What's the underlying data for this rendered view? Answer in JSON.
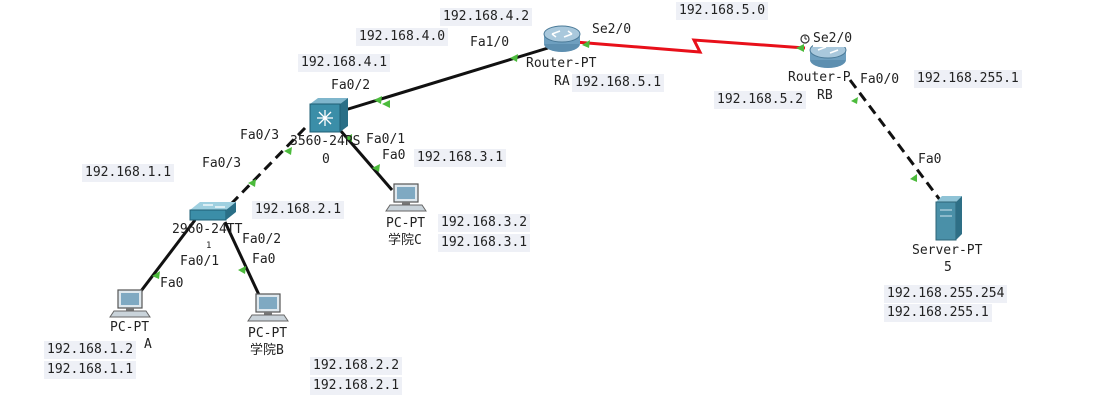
{
  "colors": {
    "ethernet": "#111111",
    "serial": "#e8101a",
    "port_up": "#4cbb3c",
    "switch": "#3b8ea8",
    "router": "#6e9fbf",
    "server": "#4a90a8",
    "pc": "#8aa4b4"
  },
  "devices": {
    "router_ra": {
      "name_1": "Router-PT",
      "name_2": "RA"
    },
    "router_rb": {
      "name_1": "Router-P",
      "name_2": "RB"
    },
    "ml_switch": {
      "name_1": "3560-24PS",
      "name_2": "0"
    },
    "access_switch": {
      "name_1": "2960-24TT",
      "name_2": "1"
    },
    "pc_a": {
      "name_1": "PC-PT",
      "name_2": "A"
    },
    "pc_b": {
      "name_1": "PC-PT",
      "name_2": "学院B"
    },
    "pc_c": {
      "name_1": "PC-PT",
      "name_2": "学院C"
    },
    "server": {
      "name_1": "Server-PT",
      "name_2": "5"
    }
  },
  "interfaces": {
    "ra_fa10": "Fa1/0",
    "ra_se20": "Se2/0",
    "rb_se20": "Se2/0",
    "rb_fa00": "Fa0/0",
    "sw0_fa02": "Fa0/2",
    "sw0_fa03": "Fa0/3",
    "sw0_fa01": "Fa0/1",
    "sw1_fa03": "Fa0/3",
    "sw1_fa01": "Fa0/1",
    "sw1_fa02": "Fa0/2",
    "pca_fa0": "Fa0",
    "pcb_fa0": "Fa0",
    "pcc_fa0": "Fa0",
    "srv_fa0": "Fa0"
  },
  "addresses": {
    "ra_lan_ip": "192.168.4.2",
    "net_4": "192.168.4.0",
    "net_5": "192.168.5.0",
    "sw0_uplink_ip": "192.168.4.1",
    "ra_serial_ip": "192.168.5.1",
    "rb_serial_ip": "192.168.5.2",
    "rb_lan_ip": "192.168.255.1",
    "vlan1_gw": "192.168.1.1",
    "vlan2_gw": "192.168.2.1",
    "vlan3_gw": "192.168.3.1",
    "pc_c_ip": "192.168.3.2",
    "pc_c_gw": "192.168.3.1",
    "pc_a_ip": "192.168.1.2",
    "pc_a_gw": "192.168.1.1",
    "pc_b_ip": "192.168.2.2",
    "pc_b_gw": "192.168.2.1",
    "server_ip": "192.168.255.254",
    "server_gw": "192.168.255.1"
  }
}
